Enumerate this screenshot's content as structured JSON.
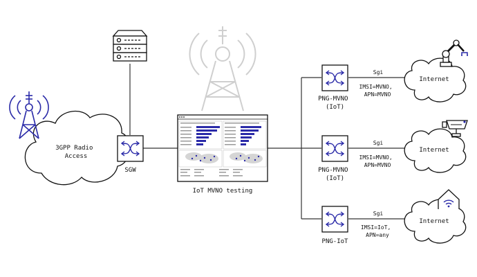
{
  "labels": {
    "radio_access": [
      "3GPP Radio",
      "Access"
    ],
    "sgw": "SGW",
    "testing": "IoT MVNO testing",
    "png_mvno_1": [
      "PNG-MVNO",
      "(IoT)"
    ],
    "png_mvno_2": [
      "PNG-MVNO",
      "(IoT)"
    ],
    "png_iot": "PNG-IoT",
    "internet_1": "Internet",
    "internet_2": "Internet",
    "internet_3": "Internet",
    "sgi_1": "Sgi",
    "sgi_2": "Sgi",
    "sgi_3": "Sgi",
    "apn_1": [
      "IMSI=MVNO,",
      "APN=MVNO"
    ],
    "apn_2": [
      "IMSI=MVNO,",
      "APN=MVNO"
    ],
    "apn_3": [
      "IMSI=IoT,",
      "APN=any"
    ]
  },
  "colors": {
    "accent": "#2a2aa8",
    "line": "#333333",
    "faint": "#c8c8c8"
  },
  "icons": {
    "server": "server-rack-icon",
    "tower": "radio-tower-icon",
    "tower_faint": "radio-tower-faint-icon",
    "router": "router-crossed-arrows-icon",
    "robot_arm": "robot-arm-icon",
    "camera": "security-camera-icon",
    "smart_home": "smart-home-wifi-icon"
  }
}
